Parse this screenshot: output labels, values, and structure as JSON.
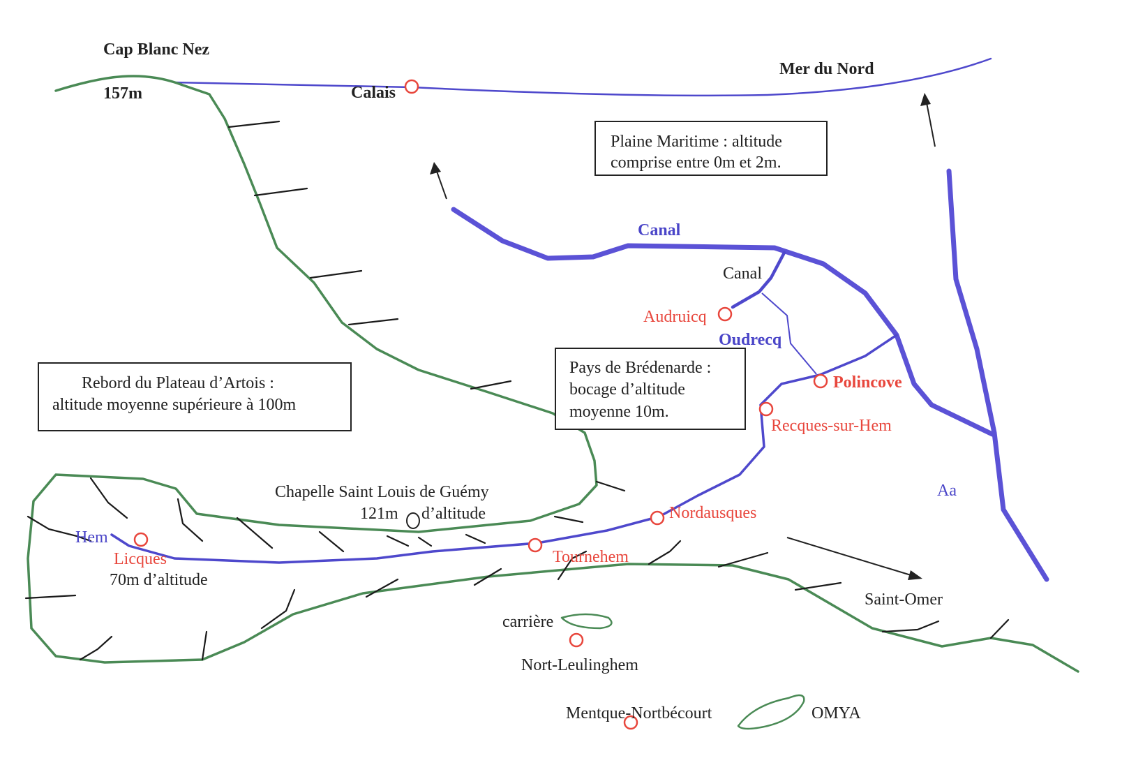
{
  "title_labels": {
    "cap": "Cap Blanc Nez",
    "cap_alt": "157m",
    "sea": "Mer du Nord"
  },
  "boxes": {
    "plaine": [
      "Plaine Maritime : altitude",
      "comprise entre 0m et 2m."
    ],
    "bredenarde": [
      "Pays de Brédenarde :",
      "bocage d’altitude",
      "moyenne 10m."
    ],
    "artois": [
      "Rebord du Plateau d’Artois :",
      "altitude moyenne supérieure à  100m"
    ]
  },
  "waterways": {
    "canal_main": "Canal",
    "canal_branch": "Canal",
    "oudrecq": "Oudrecq",
    "aa": "Aa",
    "hem": "Hem"
  },
  "towns": {
    "calais": "Calais",
    "audruicq": "Audruicq",
    "polincove": "Polincove",
    "recques": "Recques-sur-Hem",
    "nordausques": "Nordausques",
    "tournehem": "Tournehem",
    "licques": "Licques",
    "nort": "Nort-Leulinghem",
    "mentque": "Mentque-Nortbécourt"
  },
  "landmarks": {
    "chapelle": "Chapelle Saint Louis de Guémy",
    "chapelle_alt_a": "121m",
    "chapelle_alt_b": "d’altitude",
    "licques_alt": "70m d’altitude",
    "saint_omer": "Saint-Omer",
    "carriere": "carrière",
    "omya": "OMYA"
  },
  "colors": {
    "relief": "#4a8a55",
    "water": "#4e48cc",
    "town": "#e8463c"
  }
}
